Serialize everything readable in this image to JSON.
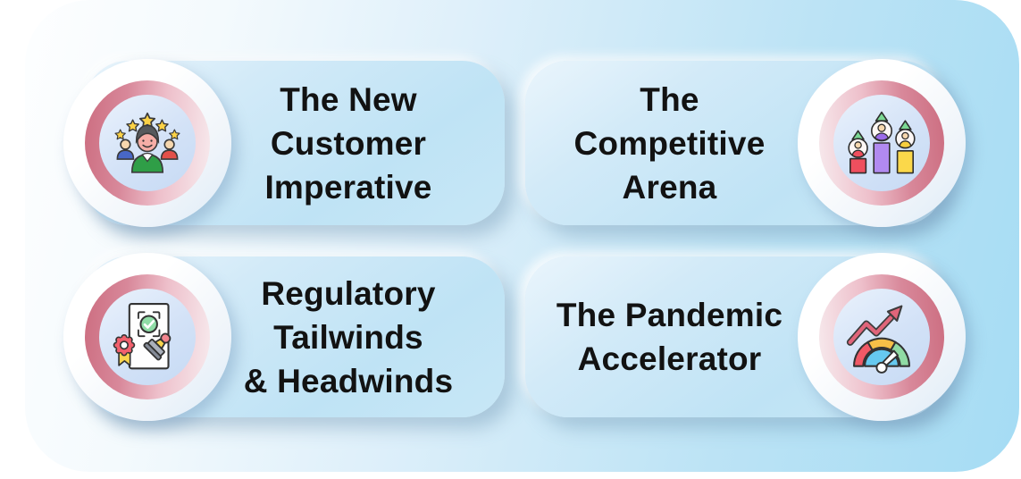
{
  "figure": {
    "kind": "infographic-card-grid",
    "rows": 2,
    "columns": 2
  },
  "cards": [
    {
      "title": "The New\nCustomer\nImperative",
      "icon": "customer-rating-icon",
      "icon_side": "left"
    },
    {
      "title": "The Competitive\nArena",
      "icon": "competitive-growth-bars-icon",
      "icon_side": "right"
    },
    {
      "title": "Regulatory\nTailwinds\n& Headwinds",
      "icon": "certificate-approval-stamp-icon",
      "icon_side": "left"
    },
    {
      "title": "The Pandemic\nAccelerator",
      "icon": "speedometer-growth-icon",
      "icon_side": "right"
    }
  ],
  "colors": {
    "page_background": "#ffffff",
    "canvas_gradient_start": "#fdfeff",
    "canvas_gradient_end": "#a5dcf4",
    "card_fill": "#c2e4f5",
    "ring_pink": "#cc6d80",
    "icon_circle_blue": "#cfe0f6",
    "cap_white": "#ffffff",
    "title_text": "#121212",
    "star_yellow": "#fcd246",
    "bar_red": "#ef4f5e",
    "bar_purple": "#b18af0",
    "bar_yellow": "#fbd84a",
    "arrow_green": "#7bd893",
    "check_green": "#8fdca6",
    "rosette_red": "#f2606d",
    "ribbon_yellow": "#f9d44c",
    "gauge_blue": "#66c9f0",
    "trend_arrow_pink": "#e0657a"
  }
}
